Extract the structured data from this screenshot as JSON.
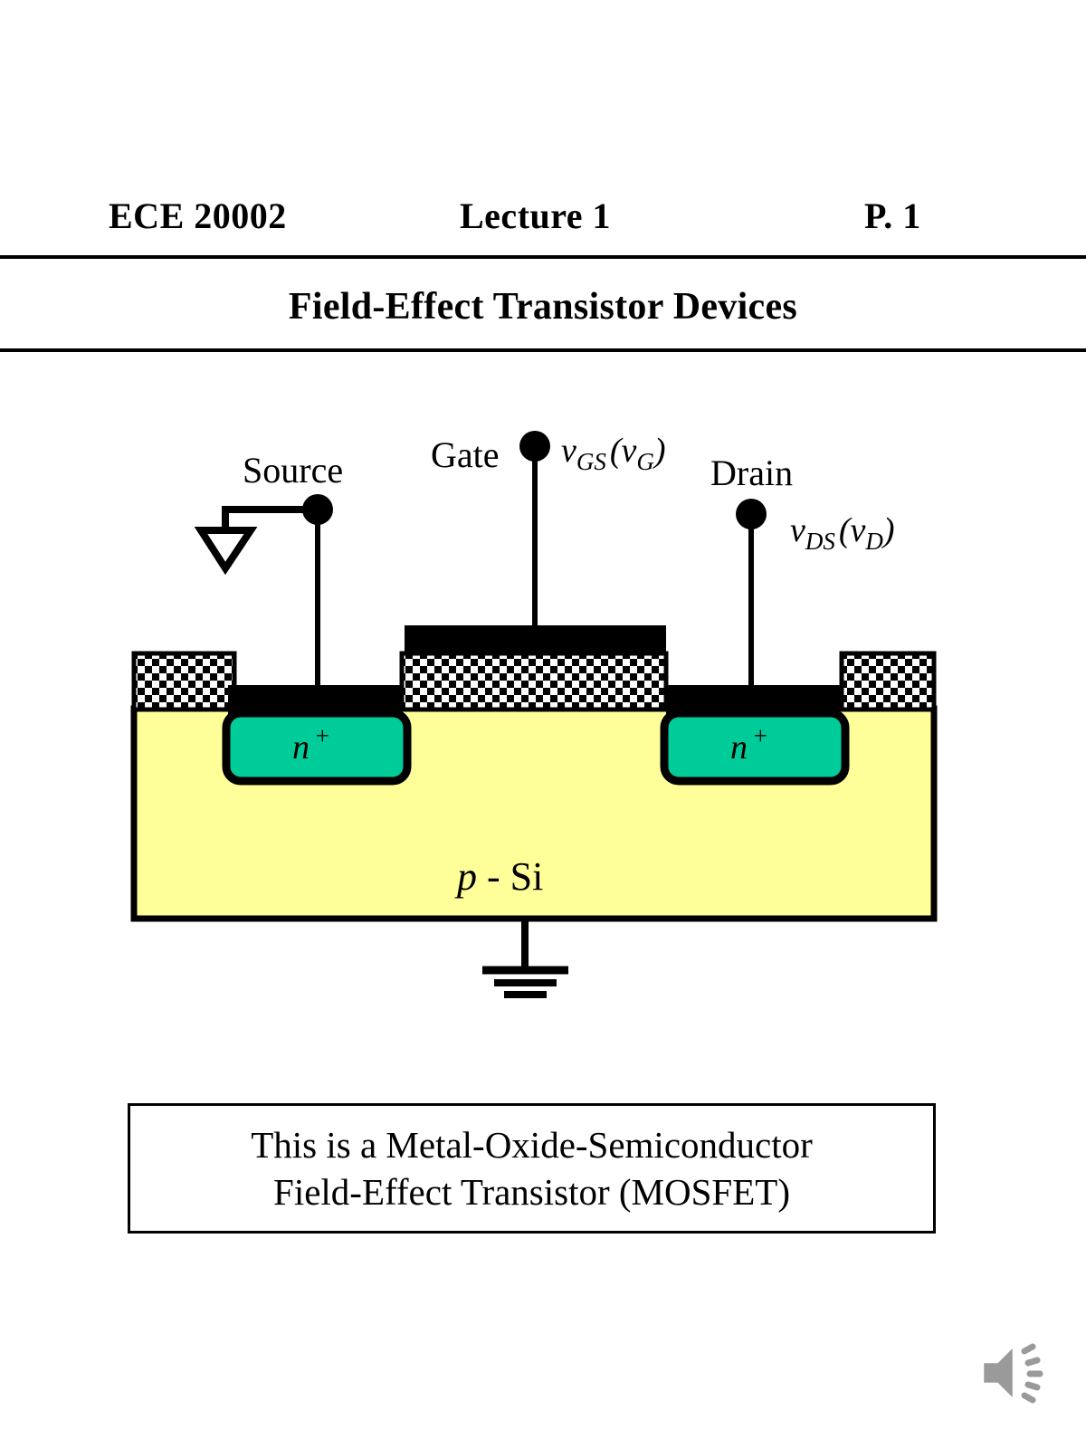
{
  "header": {
    "course": "ECE 20002",
    "lecture": "Lecture 1",
    "page": "P. 1",
    "title": "Field-Effect Transistor Devices"
  },
  "figure": {
    "terminals": {
      "source_label": "Source",
      "gate_label": "Gate",
      "drain_label": "Drain",
      "gate_voltage": "v",
      "gate_voltage_sub": "GS",
      "gate_voltage_paren_open": "(v",
      "gate_voltage_paren_sub": "G",
      "gate_voltage_paren_close": ")",
      "drain_voltage": "v",
      "drain_voltage_sub": "DS",
      "drain_voltage_paren_open": "(v",
      "drain_voltage_paren_sub": "D",
      "drain_voltage_paren_close": ")"
    },
    "regions": {
      "source_well": "n",
      "source_well_sup": "+",
      "drain_well": "n",
      "drain_well_sup": "+",
      "substrate": "p",
      "substrate_rest": " - Si"
    },
    "colors": {
      "substrate_fill": "#FFFF99",
      "well_fill": "#00CC99",
      "metal_fill": "#000000",
      "outline": "#000000",
      "oxide_fill": "#FFFFFF"
    }
  },
  "caption": {
    "line1": "This is a Metal-Oxide-Semiconductor",
    "line2": "Field-Effect Transistor (MOSFET)"
  },
  "media": {
    "speaker_icon_name": "speaker-icon",
    "speaker_color": "#9a9a9a"
  }
}
